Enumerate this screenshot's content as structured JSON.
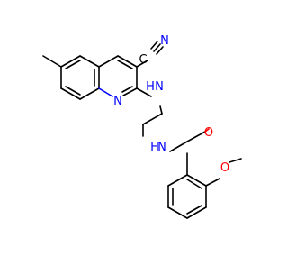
{
  "molecule": {
    "atom_labels": {
      "nitrile_c": "C",
      "nitrile_n": "N",
      "ring_n": "N",
      "amine_n": "N",
      "amine_h": "H",
      "amide_n": "N",
      "amide_h": "H",
      "carbonyl_o": "O",
      "methoxy_o": "O"
    },
    "colors": {
      "carbon": "#000000",
      "nitrogen": "#0000ff",
      "oxygen": "#ff0000"
    }
  }
}
